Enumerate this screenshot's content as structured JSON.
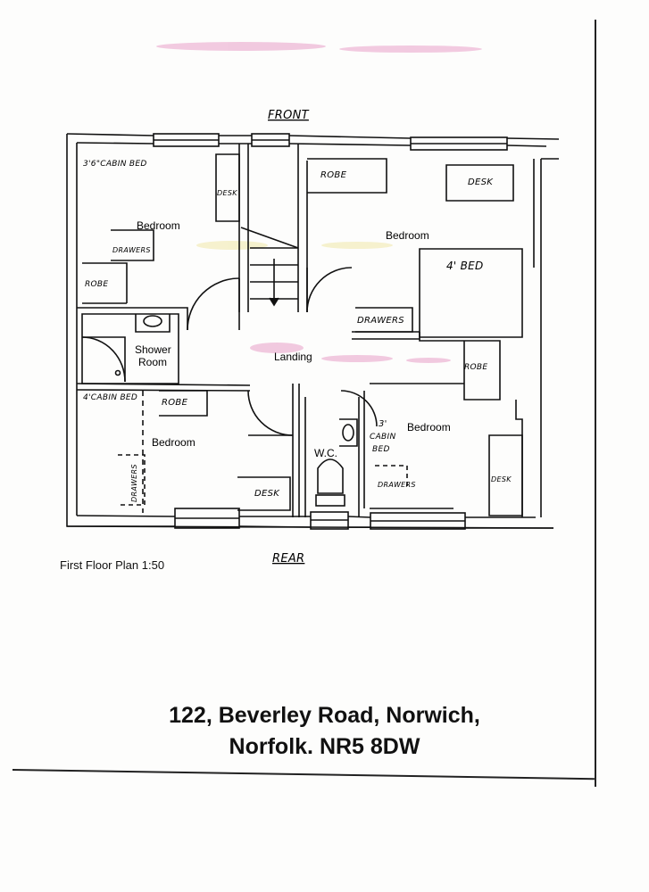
{
  "orientation": {
    "front": "FRONT",
    "rear": "REAR"
  },
  "rooms": {
    "bed1": "Bedroom",
    "bed2": "Bedroom",
    "bed3": "Bedroom",
    "bed4": "Bedroom",
    "shower_line1": "Shower",
    "shower_line2": "Room",
    "landing": "Landing",
    "wc": "W.C."
  },
  "furniture": {
    "cabin_bed_36": "3'6\"CABIN BED",
    "desk_topleft": "DESK",
    "drawers_topleft": "DRAWERS",
    "robe_topleft": "ROBE",
    "robe_topright": "ROBE",
    "desk_topright": "DESK",
    "bed_4ft": "4' BED",
    "drawers_topright": "DRAWERS",
    "robe_midright": "ROBE",
    "cabin_bed_4": "4'CABIN BED",
    "robe_bottomleft": "ROBE",
    "drawers_bottomleft": "DRAWERS",
    "desk_bottomleft": "DESK",
    "cabin_bed_3_line1": "3'",
    "cabin_bed_3_line2": "CABIN",
    "cabin_bed_3_line3": "BED",
    "drawers_bottomright": "DRAWERS",
    "desk_bottomright": "DESK"
  },
  "caption": "First Floor Plan 1:50",
  "address": {
    "line1": "122, Beverley Road, Norwich,",
    "line2": "Norfolk. NR5 8DW"
  }
}
